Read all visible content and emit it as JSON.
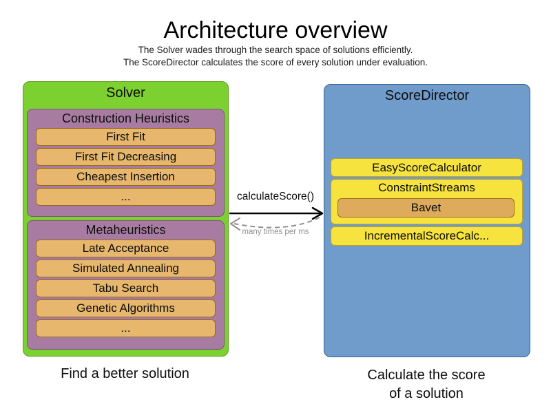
{
  "title": "Architecture overview",
  "subtitle_line1": "The Solver wades through the search space of solutions efficiently.",
  "subtitle_line2": "The ScoreDirector calculates the score of every solution under evaluation.",
  "solver": {
    "label": "Solver",
    "caption": "Find a better solution",
    "groups": [
      {
        "label": "Construction Heuristics",
        "items": [
          "First Fit",
          "First Fit Decreasing",
          "Cheapest Insertion",
          "..."
        ]
      },
      {
        "label": "Metaheuristics",
        "items": [
          "Late Acceptance",
          "Simulated Annealing",
          "Tabu Search",
          "Genetic Algorithms",
          "..."
        ]
      }
    ]
  },
  "score_director": {
    "label": "ScoreDirector",
    "caption_line1": "Calculate the score",
    "caption_line2": "of a solution",
    "calculators": [
      "EasyScoreCalculator",
      "ConstraintStreams",
      "IncrementalScoreCalc..."
    ],
    "constraint_streams_impl": "Bavet"
  },
  "arrows": {
    "call_label": "calculateScore()",
    "frequency_label": "many times per ms"
  },
  "colors": {
    "solver_fill": "#7CD030",
    "solver_border": "#5A9E1B",
    "group_fill": "#A87CA2",
    "group_border": "#7E547A",
    "algo_fill": "#E6B76C",
    "algo_border": "#96691F",
    "score_director_fill": "#6F9CCB",
    "score_director_border": "#33628F",
    "calculator_fill": "#F6E33E",
    "calculator_border": "#BFA02C",
    "bavet_fill": "#DEAB5C",
    "call_arrow": "#000000",
    "frequency_arrow": "#8F8F8F"
  }
}
